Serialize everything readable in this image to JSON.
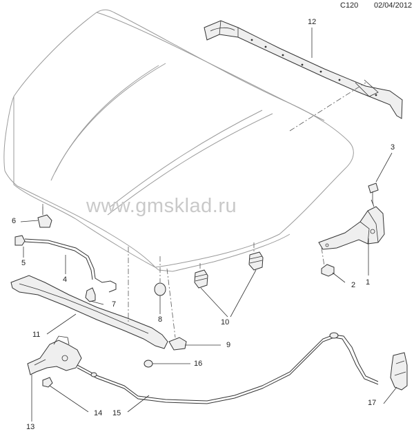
{
  "header": {
    "code": "C120",
    "date": "02/04/2012"
  },
  "watermark": "www.gmsklad.ru",
  "parts": [
    {
      "id": "1",
      "label": "1"
    },
    {
      "id": "2",
      "label": "2"
    },
    {
      "id": "3",
      "label": "3"
    },
    {
      "id": "4",
      "label": "4"
    },
    {
      "id": "5",
      "label": "5"
    },
    {
      "id": "6",
      "label": "6"
    },
    {
      "id": "7",
      "label": "7"
    },
    {
      "id": "8",
      "label": "8"
    },
    {
      "id": "9",
      "label": "9"
    },
    {
      "id": "10",
      "label": "10"
    },
    {
      "id": "11",
      "label": "11"
    },
    {
      "id": "12",
      "label": "12"
    },
    {
      "id": "13",
      "label": "13"
    },
    {
      "id": "14",
      "label": "14"
    },
    {
      "id": "15",
      "label": "15"
    },
    {
      "id": "16",
      "label": "16"
    },
    {
      "id": "17",
      "label": "17"
    }
  ]
}
